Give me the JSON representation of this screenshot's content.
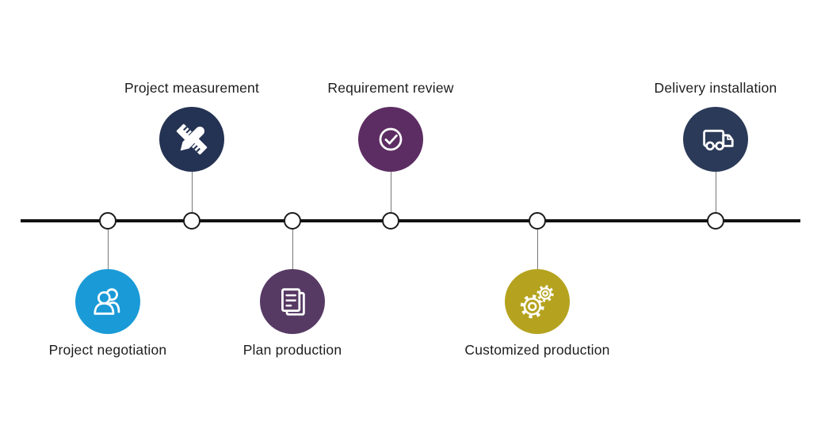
{
  "diagram": {
    "type": "process-timeline",
    "background": "#ffffff",
    "timeline_color": "#111111",
    "node_fill": "#ffffff",
    "node_border": "#1a1a1a",
    "connector_color": "#777777",
    "label_color": "#1d1d1f"
  },
  "steps": [
    {
      "label": "Project negotiation",
      "icon": "people-icon",
      "color": "#1a9ad7",
      "side": "below"
    },
    {
      "label": "Project measurement",
      "icon": "ruler-pencil-icon",
      "color": "#243253",
      "side": "above"
    },
    {
      "label": "Plan production",
      "icon": "document-icon",
      "color": "#573a64",
      "side": "below"
    },
    {
      "label": "Requirement review",
      "icon": "check-icon",
      "color": "#5c2d62",
      "side": "above"
    },
    {
      "label": "Customized production",
      "icon": "gears-icon",
      "color": "#b5a31f",
      "side": "below"
    },
    {
      "label": "Delivery installation",
      "icon": "truck-icon",
      "color": "#2b3a58",
      "side": "above"
    }
  ]
}
